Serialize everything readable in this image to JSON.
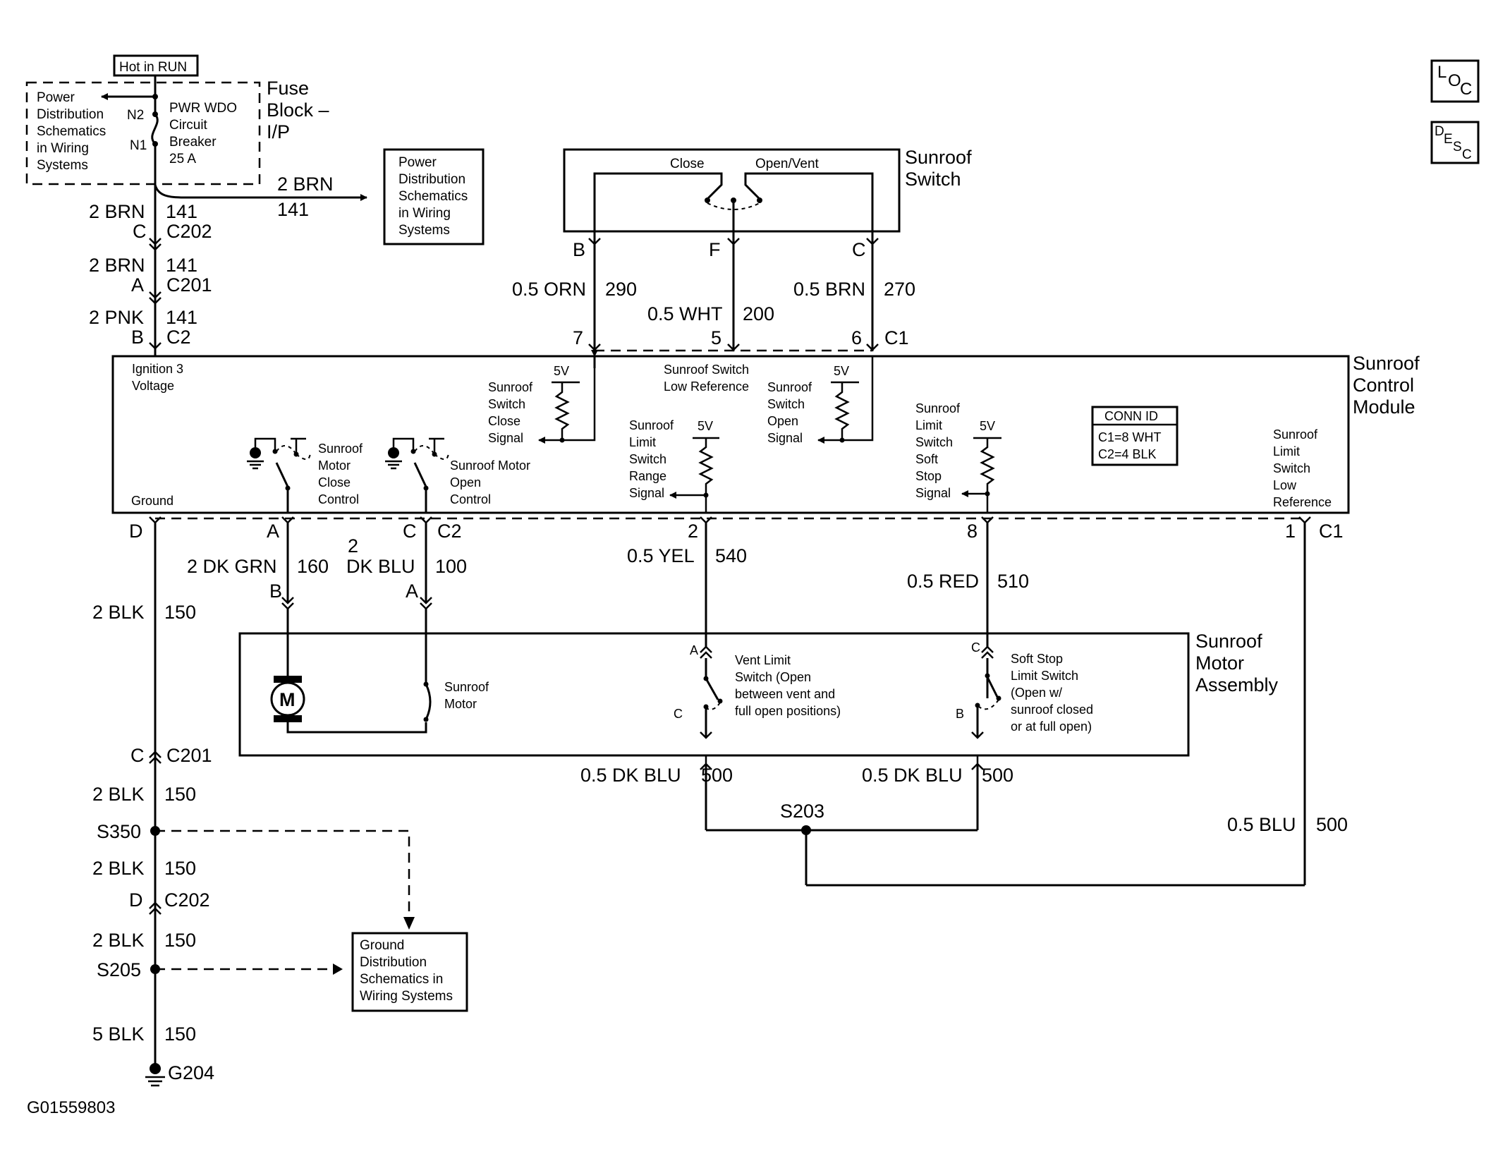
{
  "fuse_block": {
    "hot_label": "Hot in RUN",
    "title_lines": [
      "Fuse",
      "Block –",
      "I/P"
    ],
    "breaker_lines": [
      "PWR WDO",
      "Circuit",
      "Breaker",
      "25 A"
    ],
    "pin_n2": "N2",
    "pin_n1": "N1",
    "pds_lines": [
      "Power",
      "Distribution",
      "Schematics",
      "in Wiring",
      "Systems"
    ]
  },
  "pds_box_right": {
    "lines": [
      "Power",
      "Distribution",
      "Schematics",
      "in Wiring",
      "Systems"
    ]
  },
  "wires": {
    "brn_branch": {
      "size_color": "2 BRN",
      "circuit": "141"
    },
    "seg1": {
      "size_color": "2 BRN",
      "circuit": "141",
      "pin": "C",
      "connector": "C202"
    },
    "seg2": {
      "size_color": "2 BRN",
      "circuit": "141",
      "pin": "A",
      "connector": "C201"
    },
    "seg3": {
      "size_color": "2 PNK",
      "circuit": "141",
      "pin": "B",
      "connector": "C2"
    },
    "orn": {
      "size_color": "0.5 ORN",
      "circuit": "290"
    },
    "wht": {
      "size_color": "0.5 WHT",
      "circuit": "200"
    },
    "brn": {
      "size_color": "0.5 BRN",
      "circuit": "270"
    },
    "ground_main": {
      "size_color": "2 BLK",
      "circuit": "150"
    },
    "dkgrn": {
      "size": "2",
      "size_color": "2 DK GRN",
      "circuit": "160"
    },
    "dkblu": {
      "size": "2",
      "color": "DK BLU",
      "circuit": "100"
    },
    "yel": {
      "size_color": "0.5 YEL",
      "circuit": "540"
    },
    "red": {
      "size_color": "0.5 RED",
      "circuit": "510"
    },
    "dkblu_a": {
      "size_color": "0.5 DK BLU",
      "circuit": "500"
    },
    "dkblu_b": {
      "size_color": "0.5 DK BLU",
      "circuit": "500"
    },
    "blu": {
      "size_color": "0.5 BLU",
      "circuit": "500"
    },
    "blk2": {
      "size_color": "2 BLK",
      "circuit": "150"
    },
    "blk3": {
      "size_color": "2 BLK",
      "circuit": "150"
    },
    "blk4": {
      "size_color": "2 BLK",
      "circuit": "150"
    },
    "blk5": {
      "size_color": "5 BLK",
      "circuit": "150"
    }
  },
  "sunroof_switch": {
    "title_lines": [
      "Sunroof",
      "Switch"
    ],
    "close": "Close",
    "open_vent": "Open/Vent",
    "pin_b": "B",
    "pin_f": "F",
    "pin_c": "C"
  },
  "control_module": {
    "title_lines": [
      "Sunroof",
      "Control",
      "Module"
    ],
    "pins_top": {
      "p7": "7",
      "p5": "5",
      "p6": "6",
      "connector": "C1"
    },
    "ignition_lines": [
      "Ignition 3",
      "Voltage"
    ],
    "ground": "Ground",
    "close_signal_lines": [
      "Sunroof",
      "Switch",
      "Close",
      "Signal"
    ],
    "low_ref_lines": [
      "Sunroof Switch",
      "Low Reference"
    ],
    "open_signal_lines": [
      "Sunroof",
      "Switch",
      "Open",
      "Signal"
    ],
    "range_signal_lines": [
      "Sunroof",
      "Limit",
      "Switch",
      "Range",
      "Signal"
    ],
    "soft_stop_lines": [
      "Sunroof",
      "Limit",
      "Switch",
      "Soft",
      "Stop",
      "Signal"
    ],
    "limit_low_ref_lines": [
      "Sunroof",
      "Limit",
      "Switch",
      "Low",
      "Reference"
    ],
    "motor_close_lines": [
      "Sunroof",
      "Motor",
      "Close",
      "Control"
    ],
    "motor_open_lines": [
      "Sunroof  Motor",
      "Open",
      "Control"
    ],
    "v5": "5V",
    "conn_id_title": "CONN ID",
    "conn_id_lines": [
      "C1=8 WHT",
      "C2=4 BLK"
    ],
    "pins_bottom": {
      "d": "D",
      "a": "A",
      "c": "C",
      "c2": "C2",
      "p2": "2",
      "p8": "8",
      "p1": "1",
      "c1": "C1"
    }
  },
  "motor_assembly": {
    "title_lines": [
      "Sunroof",
      "Motor",
      "Assembly"
    ],
    "motor_symbol": "M",
    "motor_lines": [
      "Sunroof",
      "Motor"
    ],
    "pin_b_left": "B",
    "pin_a_left": "A",
    "vent_lines": [
      "Vent Limit",
      "Switch (Open",
      "between vent and",
      "full open positions)"
    ],
    "soft_lines": [
      "Soft Stop",
      "Limit Switch",
      "(Open w/",
      "sunroof closed",
      "or at full open)"
    ],
    "pin_a": "A",
    "pin_c": "C",
    "pin_c2": "C",
    "pin_b": "B"
  },
  "ground_path": {
    "c201_pin": "C",
    "c201": "C201",
    "s350": "S350",
    "c202_pin": "D",
    "c202": "C202",
    "s205": "S205",
    "g204": "G204"
  },
  "splice_s203": "S203",
  "gds_box": {
    "lines": [
      "Ground",
      "Distribution",
      "Schematics in",
      "Wiring Systems"
    ]
  },
  "icons": {
    "loc": [
      "L",
      "O",
      "C"
    ],
    "desc": [
      "D",
      "E",
      "S",
      "C"
    ]
  },
  "figure_id": "G01559803"
}
